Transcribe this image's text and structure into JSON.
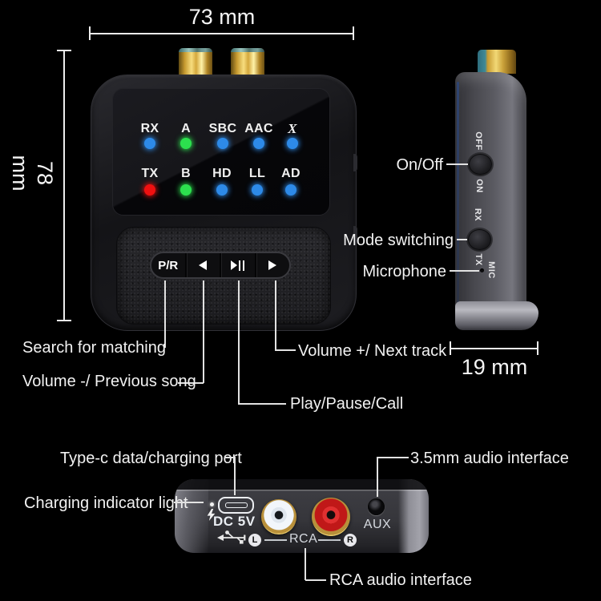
{
  "dimensions": {
    "width": "73 mm",
    "height": "78 mm",
    "depth": "19 mm"
  },
  "front": {
    "led_rows": [
      {
        "cells": [
          {
            "label": "RX",
            "color": "#2d8ae8"
          },
          {
            "label": "A",
            "color": "#2ce04e"
          },
          {
            "label": "SBC",
            "color": "#2d8ae8"
          },
          {
            "label": "AAC",
            "color": "#2d8ae8"
          },
          {
            "label": "X",
            "color": "#2d8ae8"
          }
        ]
      },
      {
        "cells": [
          {
            "label": "TX",
            "color": "#f01010"
          },
          {
            "label": "B",
            "color": "#2ce04e"
          },
          {
            "label": "HD",
            "color": "#2d8ae8"
          },
          {
            "label": "LL",
            "color": "#2d8ae8"
          },
          {
            "label": "AD",
            "color": "#2d8ae8"
          }
        ]
      }
    ],
    "buttons": {
      "pair_label": "P/R"
    },
    "callouts": {
      "search": "Search for matching",
      "vol_down": "Volume -/ Previous song",
      "play": "Play/Pause/Call",
      "vol_up": "Volume +/ Next track"
    }
  },
  "side": {
    "markings": {
      "off": "OFF",
      "on": "ON",
      "rx": "RX",
      "tx": "TX",
      "mic": "MIC"
    },
    "callouts": {
      "power": "On/Off",
      "mode": "Mode switching",
      "mic": "Microphone"
    }
  },
  "bottom": {
    "markings": {
      "dc": "DC 5V",
      "aux": "AUX",
      "rca": "RCA",
      "l": "L",
      "r": "R"
    },
    "callouts": {
      "typec": "Type-c data/charging port",
      "charge": "Charging indicator light",
      "aux35": "3.5mm audio interface",
      "rca": "RCA audio interface"
    }
  },
  "colors": {
    "led_blue": "#2d8ae8",
    "led_green": "#2ce04e",
    "led_red": "#f01010",
    "rca_left_inner": "#f2f6fb",
    "rca_right_inner": "#c01818",
    "gold": "#e8c96a"
  }
}
